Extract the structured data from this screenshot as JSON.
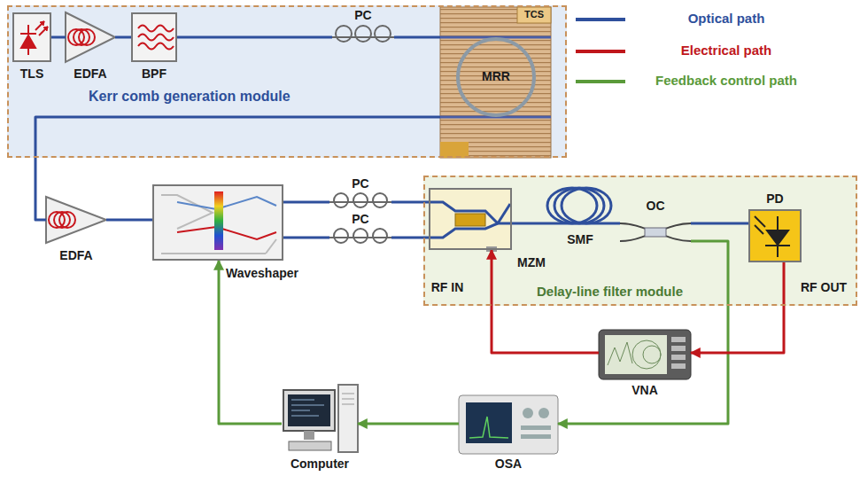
{
  "diagram": {
    "nodes": [
      {
        "text": [
          "Kerr comb generation module"
        ]
      },
      {
        "text": [
          "TLS"
        ],
        "in": 0
      },
      {
        "text": [
          "EDFA"
        ],
        "in": 0
      },
      {
        "text": [
          "BPF"
        ],
        "in": 0
      },
      {
        "text": [
          "PC"
        ],
        "in": 0
      },
      {
        "text": [
          "TCS"
        ],
        "in": 0
      },
      {
        "text": [
          "MRR"
        ],
        "in": 5
      },
      {
        "text": [
          "EDFA"
        ]
      },
      {
        "text": [
          "Waveshaper"
        ]
      },
      {
        "text": [
          "PC"
        ]
      },
      {
        "text": [
          "PC"
        ]
      },
      {
        "text": [
          "Delay-line filter module"
        ]
      },
      {
        "text": [
          "MZM"
        ],
        "in": 11
      },
      {
        "text": [
          "SMF"
        ],
        "in": 11
      },
      {
        "text": [
          "OC"
        ],
        "in": 11
      },
      {
        "text": [
          "PD"
        ],
        "in": 11
      },
      {
        "text": [
          "VNA"
        ]
      },
      {
        "text": [
          "OSA"
        ]
      },
      {
        "text": [
          "Computer"
        ]
      }
    ],
    "edges": [
      {
        "from": 1,
        "to": 2,
        "arrow": "none"
      },
      {
        "from": 2,
        "to": 3,
        "arrow": "none"
      },
      {
        "from": 3,
        "to": 4,
        "arrow": "none"
      },
      {
        "from": 4,
        "to": 5,
        "arrow": "none"
      },
      {
        "from": 5,
        "to": 7,
        "arrow": "none"
      },
      {
        "from": 7,
        "to": 8,
        "arrow": "none"
      },
      {
        "from": 8,
        "to": 9,
        "arrow": "none"
      },
      {
        "from": 8,
        "to": 10,
        "arrow": "none"
      },
      {
        "from": 9,
        "to": 12,
        "arrow": "none"
      },
      {
        "from": 10,
        "to": 12,
        "arrow": "none"
      },
      {
        "from": 12,
        "to": 13,
        "arrow": "none"
      },
      {
        "from": 13,
        "to": 14,
        "arrow": "none"
      },
      {
        "from": 14,
        "to": 15,
        "arrow": "none"
      },
      {
        "from": 14,
        "to": 17,
        "arrow": "to"
      },
      {
        "from": 17,
        "to": 18,
        "arrow": "to"
      },
      {
        "from": 18,
        "to": 8,
        "arrow": "to"
      },
      {
        "from": 15,
        "to": 16,
        "arrow": "to"
      },
      {
        "from": 16,
        "to": 12,
        "arrow": "to"
      }
    ],
    "labels": [
      "RF IN",
      "RF OUT"
    ],
    "legend": [
      {
        "text": "Optical path"
      },
      {
        "text": "Electrical path"
      },
      {
        "text": "Feedback control path"
      }
    ]
  }
}
